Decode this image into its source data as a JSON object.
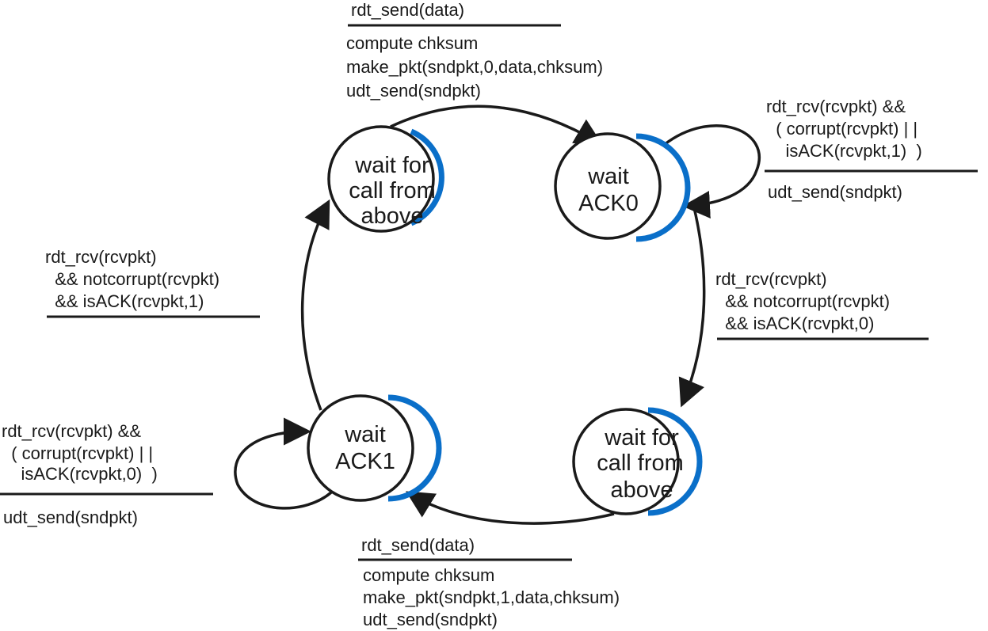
{
  "colors": {
    "ink": "#1a1a1a",
    "state_accent": "#0a6fc9",
    "background": "#ffffff"
  },
  "states": {
    "wait_call_0": {
      "lines": [
        "wait for",
        "call from",
        "above"
      ]
    },
    "wait_ack0": {
      "lines": [
        "wait",
        "ACK0"
      ]
    },
    "wait_call_1": {
      "lines": [
        "wait for",
        "call from",
        "above"
      ]
    },
    "wait_ack1": {
      "lines": [
        "wait",
        "ACK1"
      ]
    }
  },
  "transitions": {
    "send0": {
      "event": [
        "rdt_send(data)"
      ],
      "actions": [
        "compute chksum",
        "make_pkt(sndpkt,0,data,chksum)",
        "udt_send(sndpkt)"
      ]
    },
    "ack0_self": {
      "event": [
        "rdt_rcv(rcvpkt) &&",
        "  ( corrupt(rcvpkt) | |",
        "    isACK(rcvpkt,1)  )"
      ],
      "actions": [
        "udt_send(sndpkt)"
      ]
    },
    "ack0_ok": {
      "event": [
        "rdt_rcv(rcvpkt)",
        "  && notcorrupt(rcvpkt)",
        "  && isACK(rcvpkt,0)"
      ],
      "actions": []
    },
    "send1": {
      "event": [
        "rdt_send(data)"
      ],
      "actions": [
        "compute chksum",
        "make_pkt(sndpkt,1,data,chksum)",
        "udt_send(sndpkt)"
      ]
    },
    "ack1_self": {
      "event": [
        "rdt_rcv(rcvpkt) &&",
        "  ( corrupt(rcvpkt) | |",
        "    isACK(rcvpkt,0)  )"
      ],
      "actions": [
        "udt_send(sndpkt)"
      ]
    },
    "ack1_ok": {
      "event": [
        "rdt_rcv(rcvpkt)",
        "  && notcorrupt(rcvpkt)",
        "  && isACK(rcvpkt,1)"
      ],
      "actions": []
    }
  }
}
